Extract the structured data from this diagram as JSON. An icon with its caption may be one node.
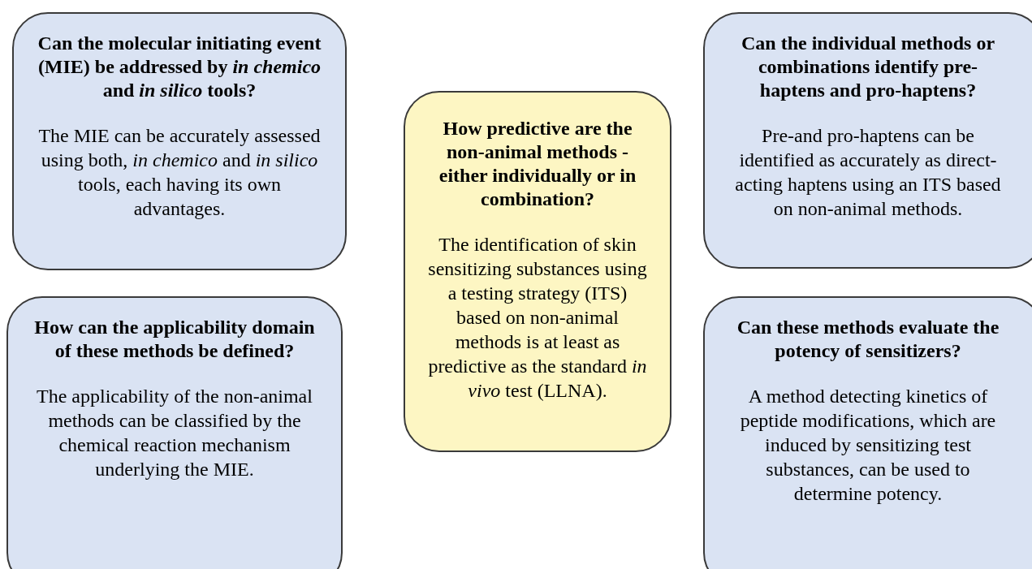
{
  "diagram": {
    "nodes": [
      {
        "text": [
          "Can the molecular initiating event (MIE) be addressed by *in chemico* and *in silico* tools?",
          "The MIE can be accurately assessed using both, *in chemico* and *in silico* tools, each having its own advantages."
        ]
      },
      {
        "text": [
          "How predictive are the non-animal methods - either individually or in combination?",
          "The identification of skin sensitizing substances using a testing strategy (ITS) based on non-animal methods is at least as predictive as the standard *in vivo* test (LLNA)."
        ]
      },
      {
        "text": [
          "Can the individual methods or combinations identify pre-haptens and pro-haptens?",
          "Pre-and pro-haptens can be identified as accurately as direct-acting haptens using an ITS based on non-animal methods."
        ]
      },
      {
        "text": [
          "How can the applicability domain of these methods be defined?",
          "The applicability of the non-animal methods can be classified by the chemical reaction mechanism underlying the MIE."
        ]
      },
      {
        "text": [
          "Can these methods evaluate the potency of sensitizers?",
          "A method detecting kinetics of peptide modifications, which are induced by sensitizing test substances, can be used to determine potency."
        ]
      }
    ]
  }
}
